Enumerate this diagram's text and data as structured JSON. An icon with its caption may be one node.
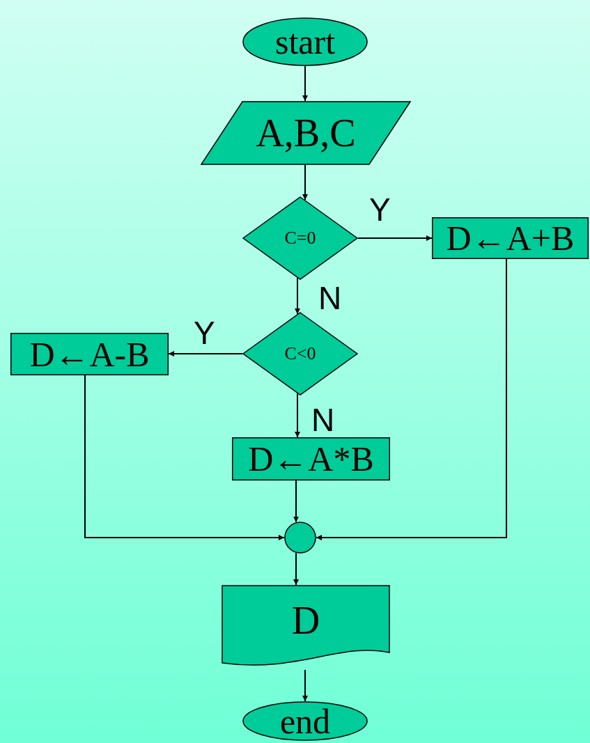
{
  "diagram": {
    "nodes": [
      {
        "text": [
          "start"
        ]
      },
      {
        "text": [
          "A,B,C"
        ]
      },
      {
        "text": [
          "C=0"
        ]
      },
      {
        "text": [
          "D←A+B"
        ]
      },
      {
        "text": [
          "C<0"
        ]
      },
      {
        "text": [
          "D←A-B"
        ]
      },
      {
        "text": [
          "D←A*B"
        ]
      },
      {
        "text": [],
        "shape": "circle"
      },
      {
        "text": [
          "D"
        ]
      },
      {
        "text": [
          "end"
        ]
      }
    ],
    "edges": [
      {
        "from": 0,
        "to": 1,
        "arrow": "to"
      },
      {
        "from": 1,
        "to": 2,
        "arrow": "to"
      },
      {
        "from": 2,
        "to": 3,
        "arrow": "to",
        "label": "Y"
      },
      {
        "from": 2,
        "to": 4,
        "arrow": "to",
        "label": "N"
      },
      {
        "from": 4,
        "to": 5,
        "arrow": "to",
        "label": "Y"
      },
      {
        "from": 4,
        "to": 6,
        "arrow": "to",
        "label": "N"
      },
      {
        "from": 5,
        "to": 7,
        "arrow": "to"
      },
      {
        "from": 6,
        "to": 7,
        "arrow": "to"
      },
      {
        "from": 3,
        "to": 7,
        "arrow": "to"
      },
      {
        "from": 7,
        "to": 8,
        "arrow": "to"
      },
      {
        "from": 8,
        "to": 9,
        "arrow": "to"
      }
    ]
  }
}
